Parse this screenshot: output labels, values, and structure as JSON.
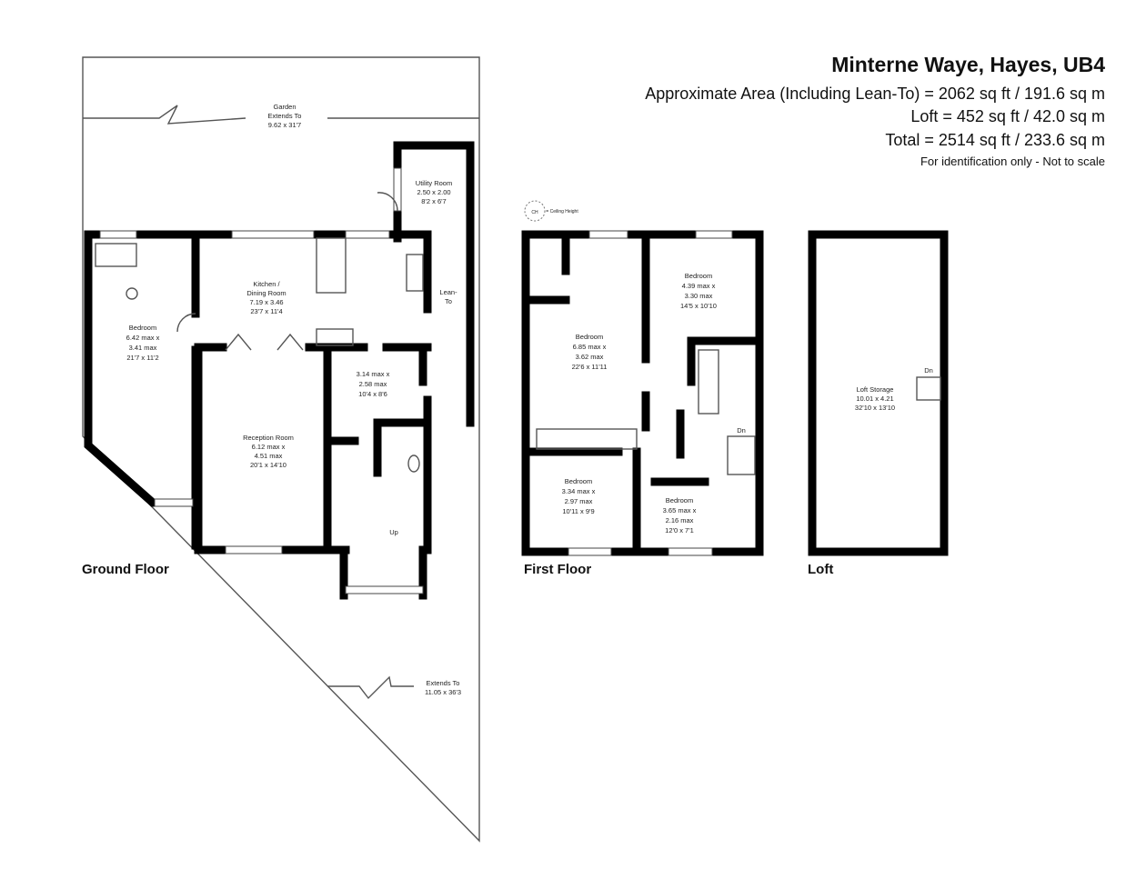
{
  "header": {
    "title": "Minterne Waye, Hayes, UB4",
    "area_main": "Approximate Area (Including Lean-To) = 2062 sq ft / 191.6 sq m",
    "area_loft": "Loft = 452 sq ft / 42.0 sq m",
    "area_total": "Total = 2514 sq ft / 233.6 sq m",
    "disclaimer": "For identification only - Not to scale"
  },
  "legend": {
    "symbol": "CH",
    "text": "= Ceiling Height"
  },
  "floors": {
    "ground": {
      "label": "Ground Floor",
      "garden": [
        "Garden",
        "Extends To",
        "9.62 x 31'7"
      ],
      "garden_side": [
        "Extends To",
        "11.05 x 36'3"
      ],
      "utility": [
        "Utility Room",
        "2.50 x 2.00",
        "8'2 x 6'7"
      ],
      "kitchen": [
        "Kitchen /",
        "Dining Room",
        "7.19 x 3.46",
        "23'7 x 11'4"
      ],
      "lean_to": [
        "Lean-",
        "To"
      ],
      "bedroom": [
        "Bedroom",
        "6.42 max x",
        "3.41 max",
        "21'7 x 11'2"
      ],
      "reception": [
        "Reception Room",
        "6.12 max x",
        "4.51 max",
        "20'1 x 14'10"
      ],
      "room": [
        "3.14 max x",
        "2.58 max",
        "10'4 x 8'6"
      ],
      "up": "Up"
    },
    "first": {
      "label": "First Floor",
      "bedroom1": [
        "Bedroom",
        "6.85 max x",
        "3.62 max",
        "22'6 x 11'11"
      ],
      "bedroom2": [
        "Bedroom",
        "4.39 max x",
        "3.30 max",
        "14'5 x 10'10"
      ],
      "bedroom3": [
        "Bedroom",
        "3.34 max x",
        "2.97 max",
        "10'11 x 9'9"
      ],
      "bedroom4": [
        "Bedroom",
        "3.65 max x",
        "2.16 max",
        "12'0 x 7'1"
      ],
      "dn": "Dn"
    },
    "loft": {
      "label": "Loft",
      "storage": [
        "Loft Storage",
        "10.01 x 4.21",
        "32'10 x 13'10"
      ],
      "dn": "Dn"
    }
  }
}
